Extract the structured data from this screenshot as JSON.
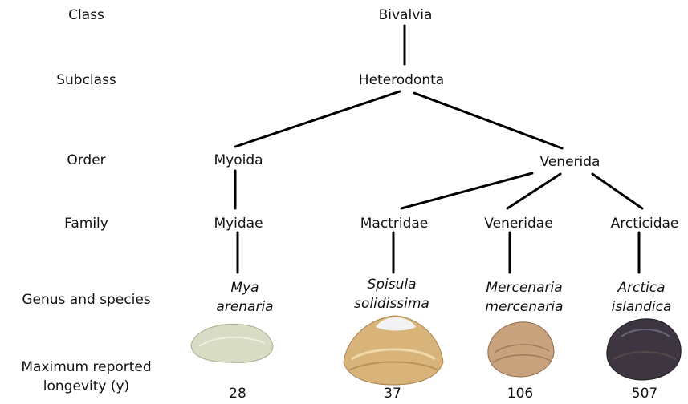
{
  "ranks": {
    "class": "Class",
    "subclass": "Subclass",
    "order": "Order",
    "family": "Family",
    "genus_species": "Genus and species",
    "longevity_line1": "Maximum reported",
    "longevity_line2": "longevity (y)"
  },
  "taxa": {
    "class": "Bivalvia",
    "subclass": "Heterodonta",
    "orders": [
      "Myoida",
      "Venerida"
    ],
    "families": [
      "Myidae",
      "Mactridae",
      "Veneridae",
      "Arcticidae"
    ]
  },
  "species": [
    {
      "genus": "Mya",
      "epithet": "arenaria",
      "longevity": "28",
      "shell_color": "#d9dcc4"
    },
    {
      "genus": "Spisula",
      "epithet": "solidissima",
      "longevity": "37",
      "shell_color": "#d8b47a"
    },
    {
      "genus": "Mercenaria",
      "epithet": "mercenaria",
      "longevity": "106",
      "shell_color": "#c8a27c"
    },
    {
      "genus": "Arctica",
      "epithet": "islandica",
      "longevity": "507",
      "shell_color": "#3d3540"
    }
  ]
}
